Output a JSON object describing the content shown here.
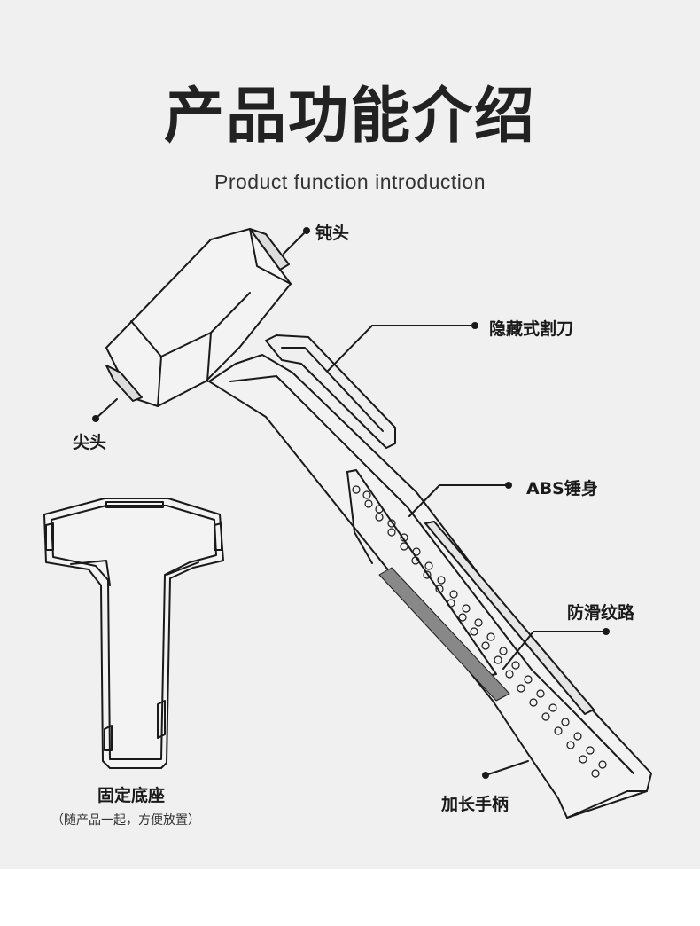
{
  "title": "产品功能介绍",
  "subtitle": "Product function introduction",
  "callouts": {
    "blunt_head": "钝头",
    "hidden_cutter": "隐藏式割刀",
    "sharp_head": "尖头",
    "abs_body": "ABS锤身",
    "anti_slip": "防滑纹路",
    "long_handle": "加长手柄"
  },
  "base": {
    "label": "固定底座",
    "caption": "（随产品一起，方便放置）"
  },
  "colors": {
    "panel": "#f0f0f0",
    "line": "#1a1a1a",
    "text": "#222222"
  }
}
